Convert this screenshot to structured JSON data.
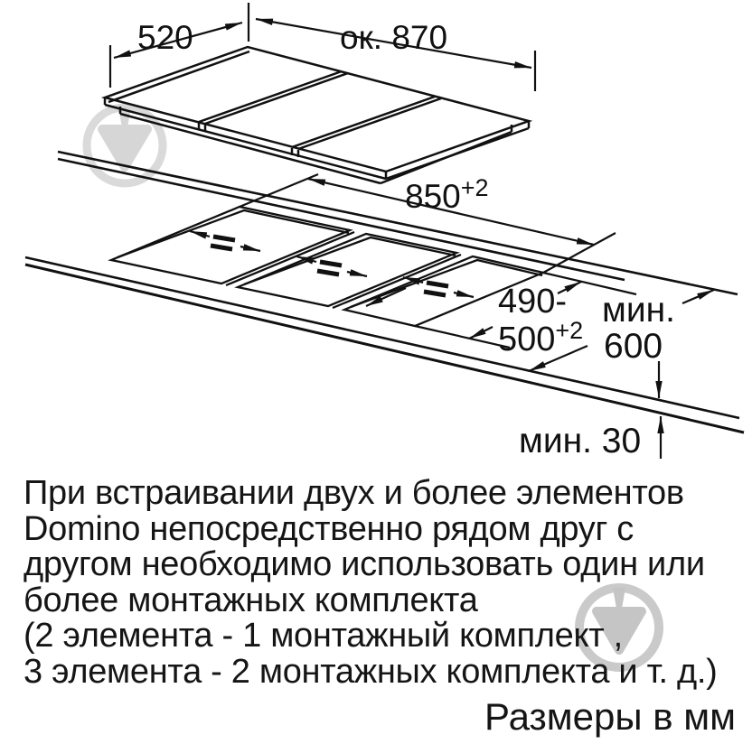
{
  "dimensions": {
    "top_width": "520",
    "top_total": "ок. 870",
    "cutout_total_main": "850",
    "cutout_total_sup": "+2",
    "depth_line1": "490-",
    "depth_line2_main": "500",
    "depth_line2_sup": "+2",
    "min_clearance_word": "мин.",
    "min_clearance_value": "600",
    "min_thickness": "мин. 30"
  },
  "note": {
    "lines": [
      "При встраивании двух и более элементов",
      "Domino непосредственно рядом друг с",
      "другом необходимо использовать один или",
      "более монтажных комплекта",
      "(2 элемента - 1 монтажный комплект ,",
      "3 элемента - 2 монтажных комплекта и т. д.)"
    ],
    "units": "Размеры в мм"
  },
  "icons": {
    "watermark": "brand-watermark"
  },
  "colors": {
    "line": "#111111",
    "watermark_ring": "#bcbcbc",
    "watermark_ring_dark": "#a8a8a8",
    "background": "#ffffff"
  }
}
